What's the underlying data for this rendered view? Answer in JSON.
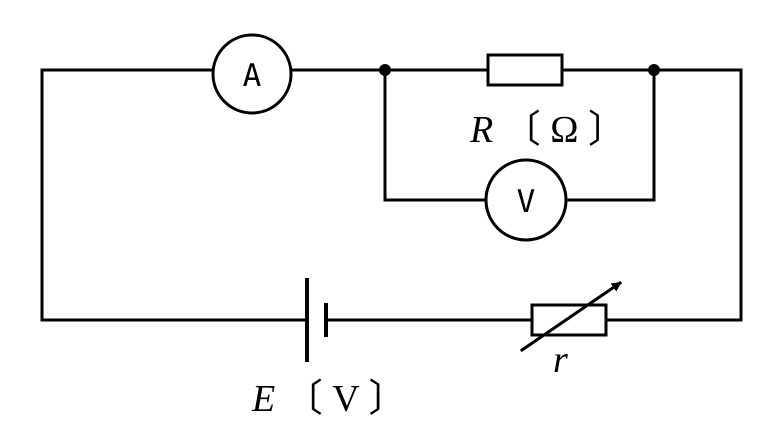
{
  "diagram": {
    "ammeter_label": "A",
    "voltmeter_label": "V",
    "resistor_R": {
      "symbol": "R",
      "unit_open": "〔",
      "unit": "Ω",
      "unit_close": "〕"
    },
    "battery_E": {
      "symbol": "E",
      "unit_open": "〔",
      "unit": "V",
      "unit_close": "〕"
    },
    "rheostat_r": {
      "symbol": "r"
    },
    "colors": {
      "line": "#000000",
      "background": "#ffffff"
    }
  }
}
